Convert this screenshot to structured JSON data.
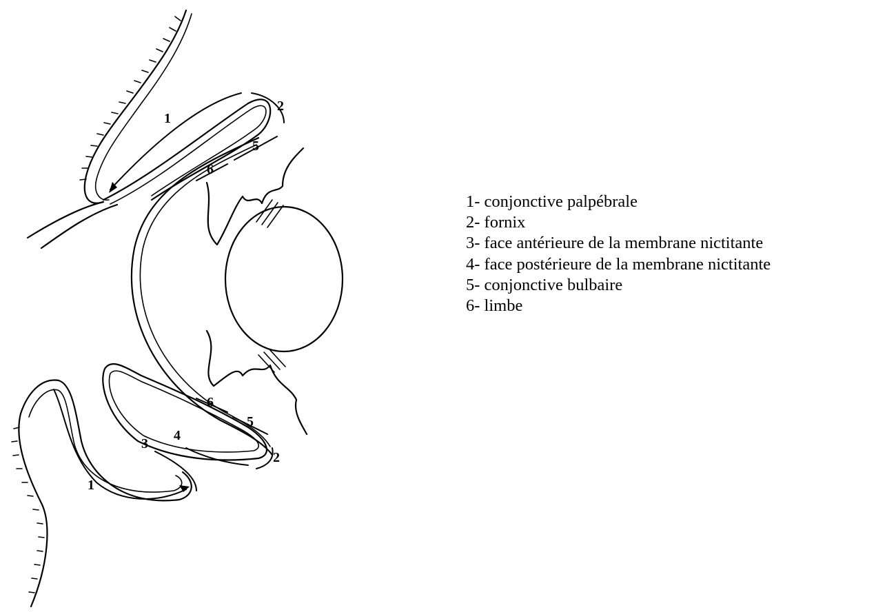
{
  "diagram": {
    "markers": {
      "upper_1": "1",
      "upper_2": "2",
      "upper_5": "5",
      "upper_6": "6",
      "lower_1": "1",
      "lower_2": "2",
      "lower_3": "3",
      "lower_4": "4",
      "lower_5": "5",
      "lower_6": "6"
    }
  },
  "legend": {
    "items": [
      "1- conjonctive palpébrale",
      "2- fornix",
      "3- face antérieure de la membrane nictitante",
      "4- face postérieure de la membrane nictitante",
      "5- conjonctive bulbaire",
      "6- limbe"
    ]
  }
}
